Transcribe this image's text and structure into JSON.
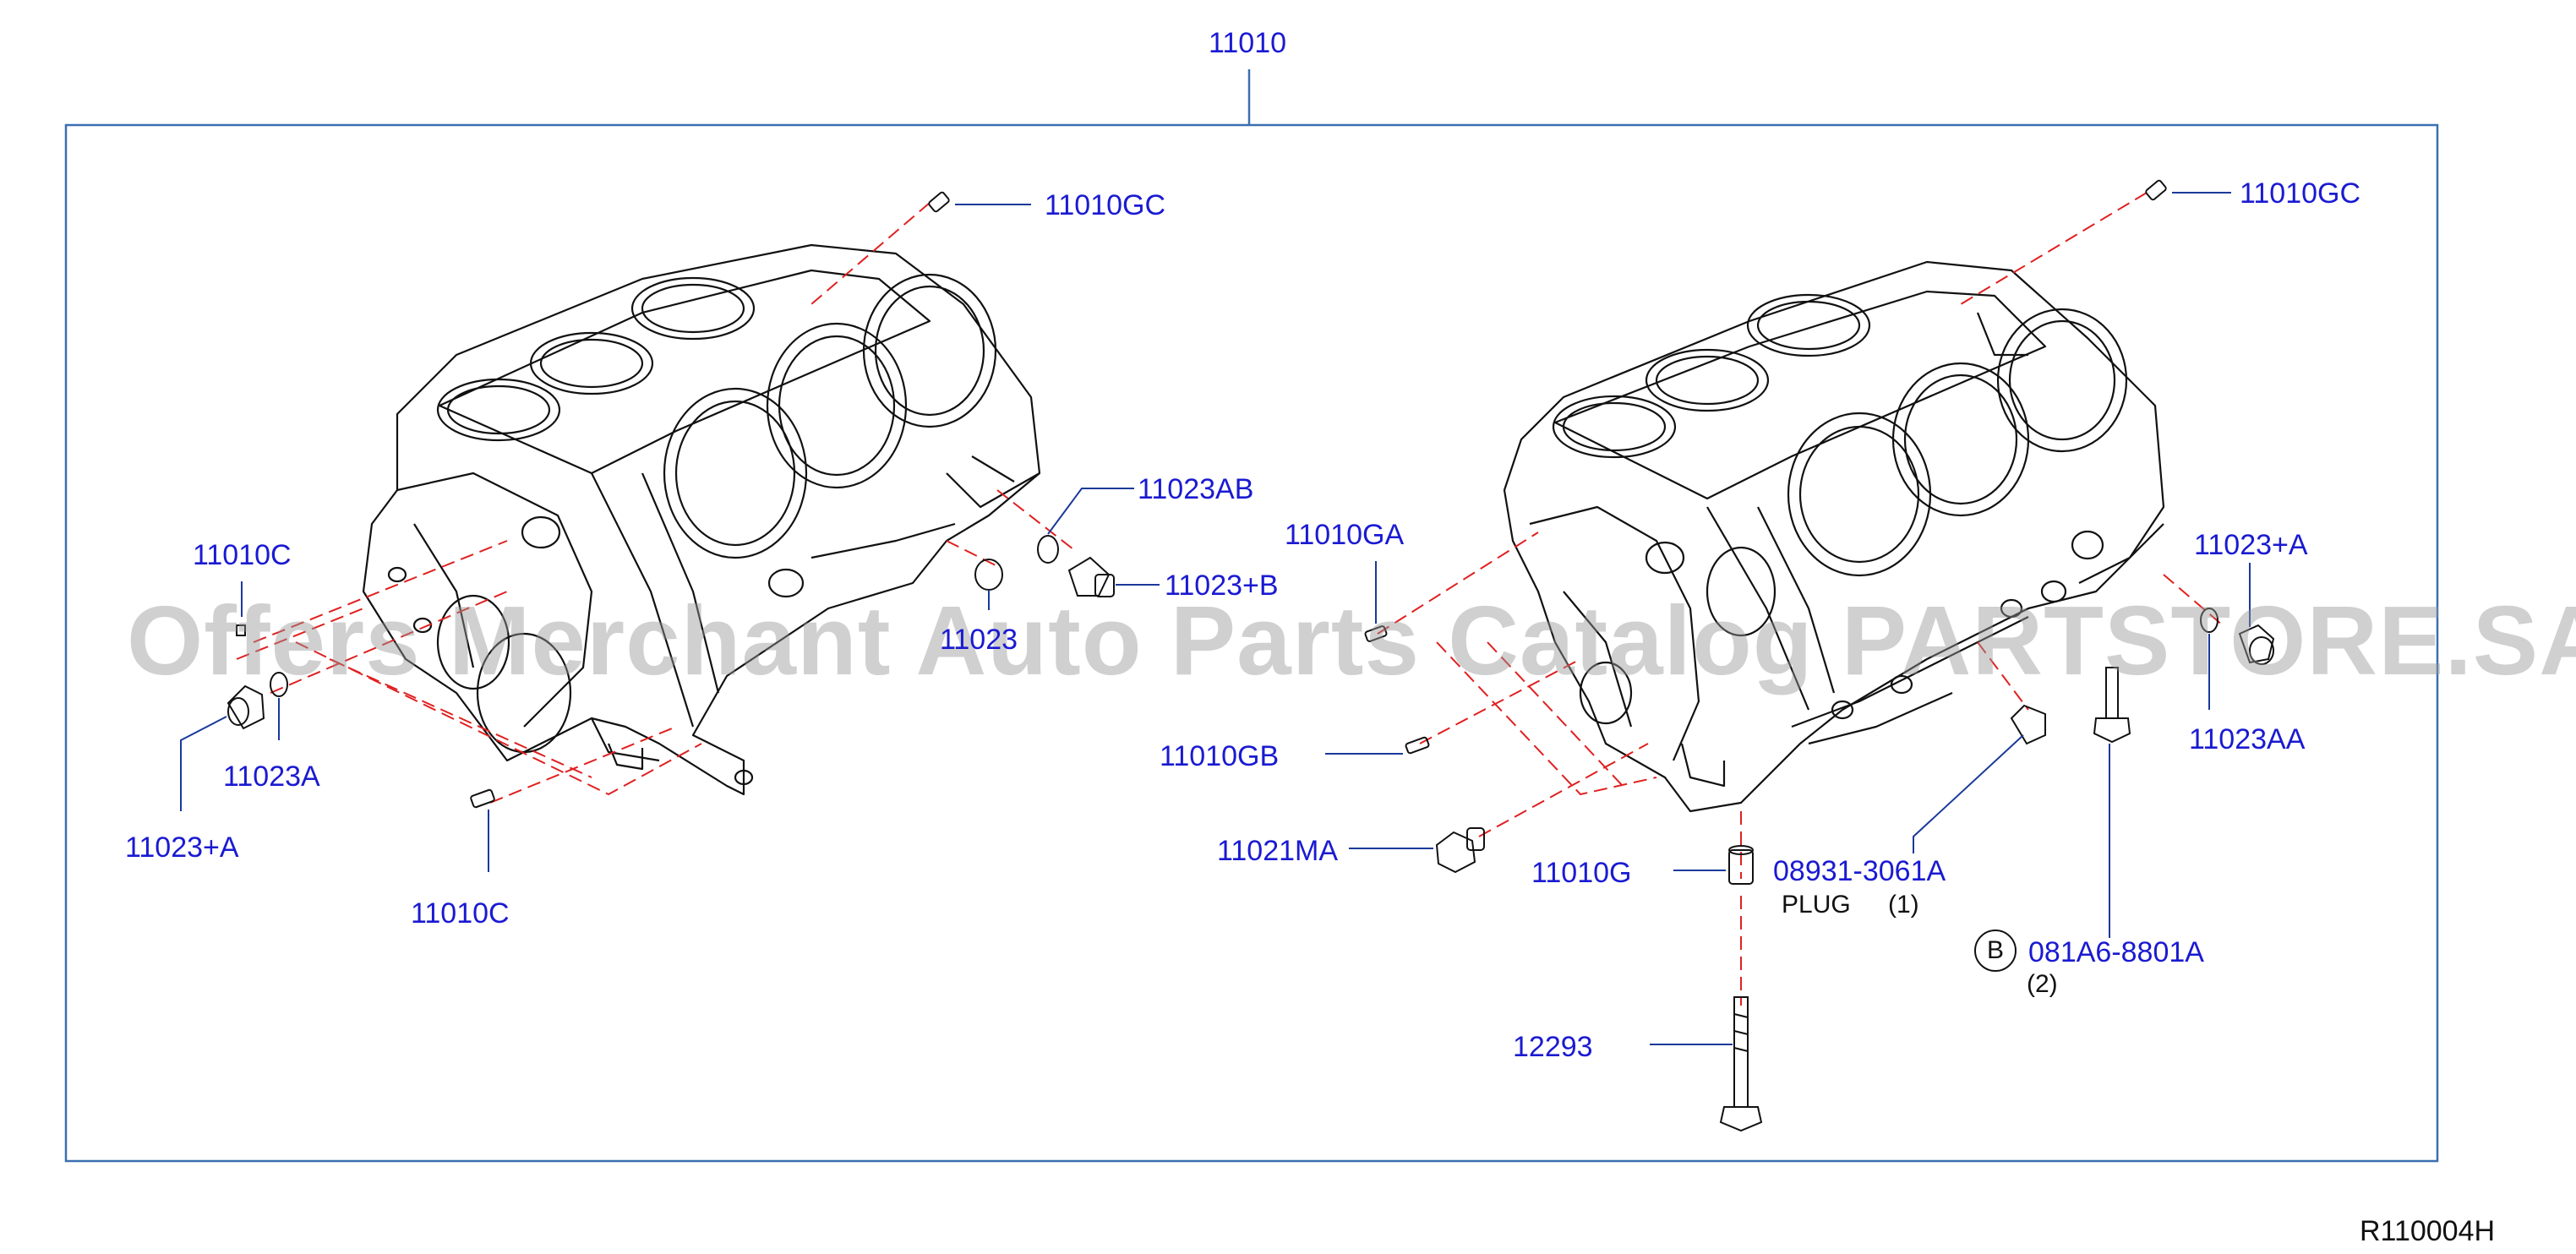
{
  "assembly_label": "11010",
  "left_block": {
    "labels": {
      "gc": "11010GC",
      "ab": "11023AB",
      "b": "11023+B",
      "c_top": "11010C",
      "hidden": "11023",
      "a_plug": "11023A",
      "a_plus": "11023+A",
      "c_bottom": "11010C"
    }
  },
  "right_block": {
    "labels": {
      "gc": "11010GC",
      "ga": "11010GA",
      "a_plus": "11023+A",
      "aa": "11023AA",
      "gb": "11010GB",
      "ma": "11021MA",
      "g": "11010G",
      "plug_pn": "08931-3061A",
      "plug_name": "PLUG",
      "plug_qty": "(1)",
      "bolt_badge": "B",
      "bolt_pn": "081A6-8801A",
      "bolt_qty": "(2)",
      "long_bolt": "12293"
    }
  },
  "reference_code": "R110004H",
  "watermark": "Offers Merchant Auto Parts Catalog PARTSTORE.SA",
  "colors": {
    "label": "#1a1ad2",
    "frame": "#3a6fb0",
    "leader": "#1a3a9a",
    "dashed": "#e02020",
    "drawing": "#111111"
  }
}
